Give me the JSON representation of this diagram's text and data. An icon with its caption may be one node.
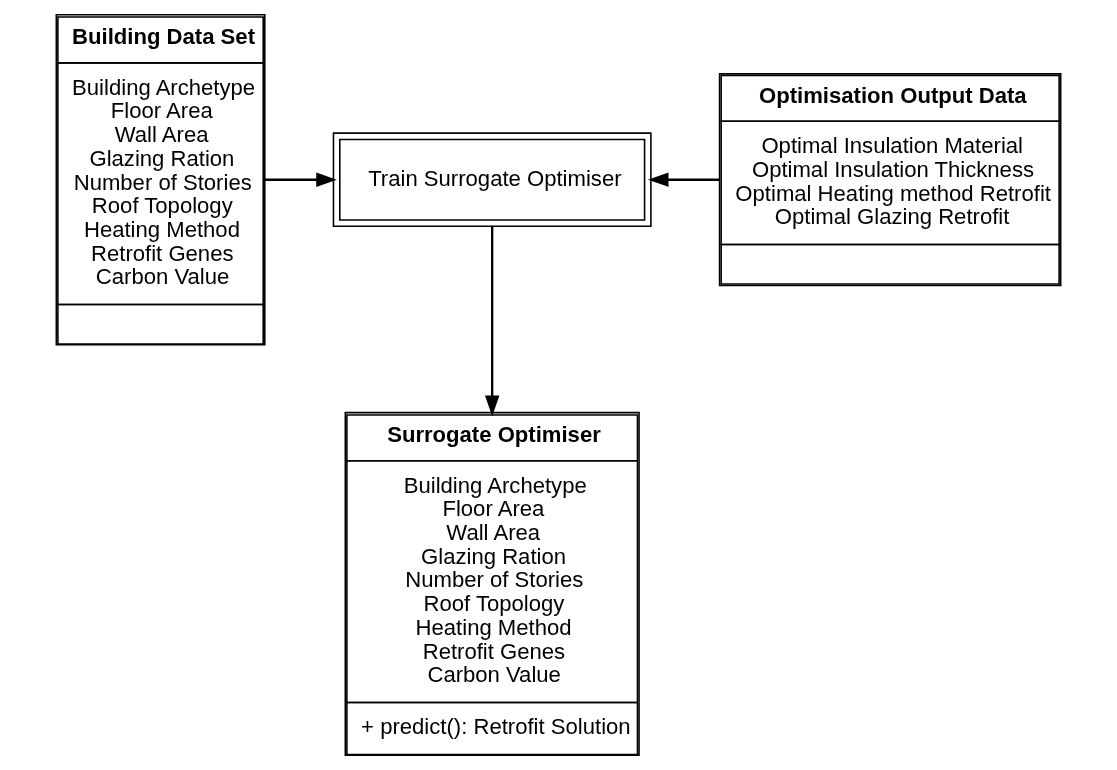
{
  "diagram": {
    "nodes": [
      {
        "text": [
          "Building Data Set",
          "Building Archetype",
          "Floor Area",
          "Wall Area",
          "Glazing Ration",
          "Number of Stories",
          "Roof Topology",
          "Heating Method",
          "Retrofit Genes",
          "Carbon Value"
        ]
      },
      {
        "text": [
          "Train Surrogate Optimiser"
        ]
      },
      {
        "text": [
          "Optimisation Output Data",
          "Optimal Insulation Material",
          "Optimal Insulation Thickness",
          "Optimal Heating method Retrofit",
          "Optimal Glazing Retrofit"
        ]
      },
      {
        "text": [
          "Surrogate Optimiser",
          "Building Archetype",
          "Floor Area",
          "Wall Area",
          "Glazing Ration",
          "Number of Stories",
          "Roof Topology",
          "Heating Method",
          "Retrofit Genes",
          "Carbon Value",
          "+ predict(): Retrofit Solution"
        ]
      }
    ],
    "edges": [
      {
        "from": 0,
        "to": 1,
        "arrow": "to"
      },
      {
        "from": 2,
        "to": 1,
        "arrow": "to"
      },
      {
        "from": 1,
        "to": 3,
        "arrow": "to"
      }
    ]
  }
}
